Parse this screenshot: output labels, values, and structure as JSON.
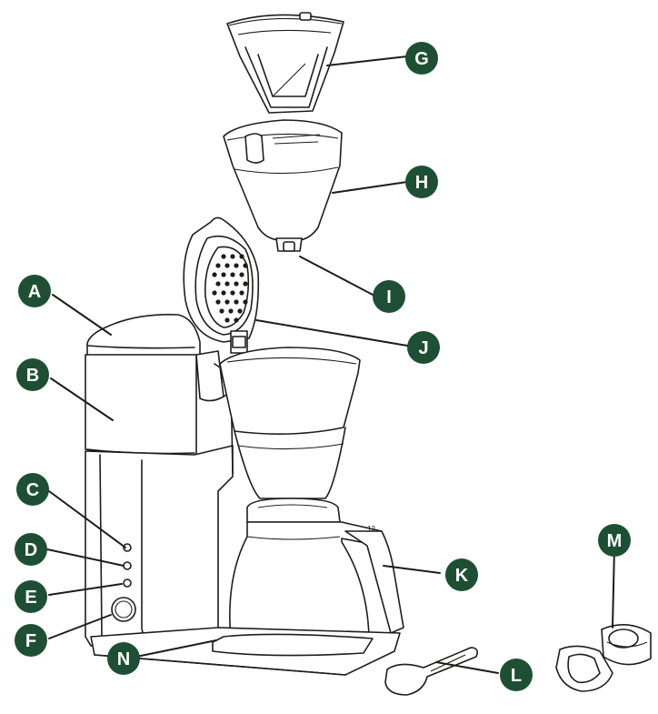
{
  "colors": {
    "badge": "#1e4f34",
    "badge_text": "#ffffff",
    "line_art": "#1d1d1b",
    "background": "#ffffff"
  },
  "callouts": [
    {
      "id": "A",
      "label": "A"
    },
    {
      "id": "B",
      "label": "B"
    },
    {
      "id": "C",
      "label": "C"
    },
    {
      "id": "D",
      "label": "D"
    },
    {
      "id": "E",
      "label": "E"
    },
    {
      "id": "F",
      "label": "F"
    },
    {
      "id": "G",
      "label": "G"
    },
    {
      "id": "H",
      "label": "H"
    },
    {
      "id": "I",
      "label": "I"
    },
    {
      "id": "J",
      "label": "J"
    },
    {
      "id": "K",
      "label": "K"
    },
    {
      "id": "L",
      "label": "L"
    },
    {
      "id": "M",
      "label": "M"
    },
    {
      "id": "N",
      "label": "N"
    }
  ],
  "carafe_mark": "12"
}
